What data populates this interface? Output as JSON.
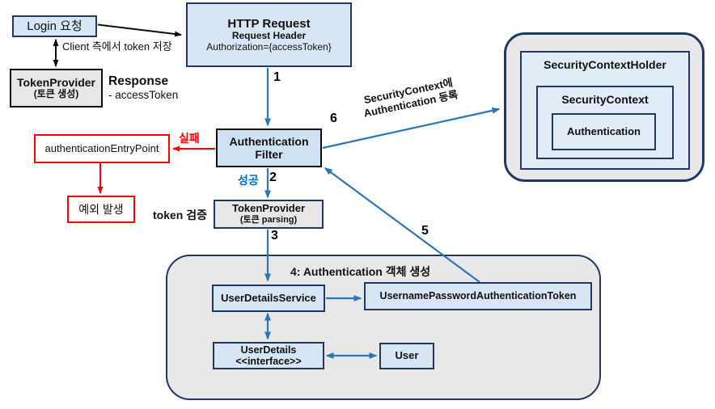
{
  "diagram": {
    "login_box": "Login 요청",
    "client_note": "Client 측에서 token 저장",
    "token_provider_create": {
      "title": "TokenProvider",
      "subtitle": "(토큰 생성)"
    },
    "response": {
      "title": "Response",
      "subtitle": "- accessToken"
    },
    "http_request": {
      "title": "HTTP Request",
      "line2": "Request Header",
      "line3": "Authorization={accessToken}"
    },
    "auth_filter": {
      "line1": "Authentication",
      "line2": "Filter"
    },
    "auth_entry_point": "authenticationEntryPoint",
    "exception_box": "예외 발생",
    "fail_label": "실패",
    "success_label": "성공",
    "token_verify_label": "token 검증",
    "token_provider_parse": {
      "title": "TokenProvider",
      "subtitle": "(토큰 parsing)"
    },
    "steps": {
      "s1": "1",
      "s2": "2",
      "s3": "3",
      "s5": "5",
      "s6": "6"
    },
    "step4_label": "4: Authentication 객체 생성",
    "register_note": {
      "line1": "SecurityContext에",
      "line2": "Authentication 등록"
    },
    "user_details_service": "UserDetailsService",
    "upat": "UsernamePasswordAuthenticationToken",
    "user_details": {
      "line1": "UserDetails",
      "line2": "<<interface>>"
    },
    "user": "User",
    "security_context_holder": "SecurityContextHolder",
    "security_context": "SecurityContext",
    "authentication": "Authentication",
    "colors": {
      "box_blue_fill": "#d7e6f4",
      "holder_blue_fill": "#e1ecf8",
      "gray_fill": "#e8e7e7",
      "navy_border": "#1f3864",
      "arrow_blue": "#2e75b6",
      "error_red": "#ff0000",
      "success_blue": "#0070c0"
    }
  }
}
